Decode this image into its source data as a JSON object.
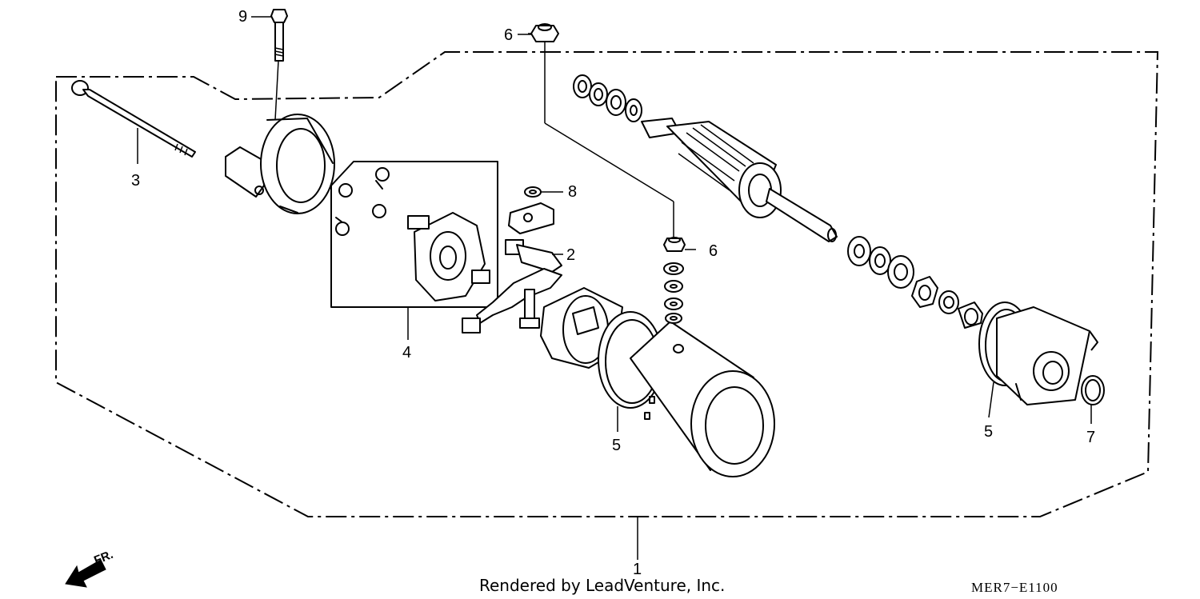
{
  "diagram": {
    "callouts": {
      "p1": "1",
      "p2": "2",
      "p3": "3",
      "p4": "4",
      "p5a": "5",
      "p5b": "5",
      "p6a": "6",
      "p6b": "6",
      "p7": "7",
      "p8": "8",
      "p9": "9"
    },
    "direction_label": "FR.",
    "footer_text": "Rendered by LeadVenture, Inc.",
    "diagram_code": "MER7−E1100"
  }
}
